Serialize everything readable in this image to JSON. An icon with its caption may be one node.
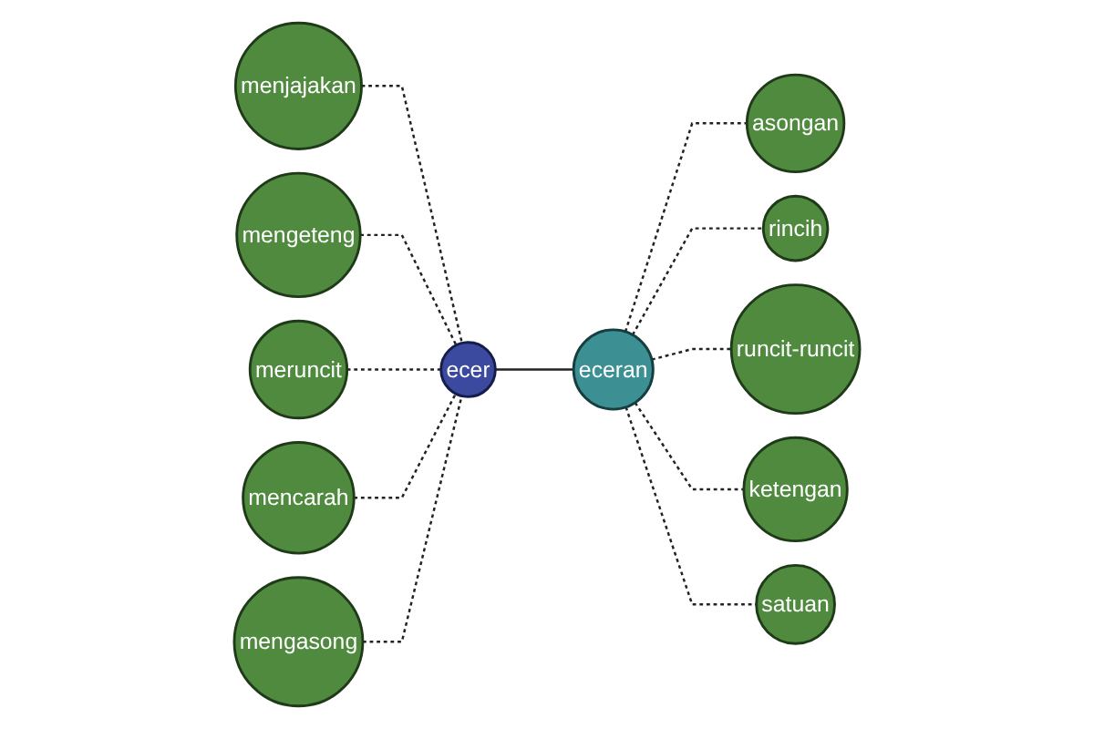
{
  "diagram": {
    "nodes": [
      {
        "text": [
          "menjajakan"
        ]
      },
      {
        "text": [
          "mengeteng"
        ]
      },
      {
        "text": [
          "meruncit"
        ]
      },
      {
        "text": [
          "ecer"
        ]
      },
      {
        "text": [
          "mencarah"
        ]
      },
      {
        "text": [
          "mengasong"
        ]
      },
      {
        "text": [
          "asongan"
        ]
      },
      {
        "text": [
          "rincih"
        ]
      },
      {
        "text": [
          "runcit-runcit"
        ]
      },
      {
        "text": [
          "eceran"
        ]
      },
      {
        "text": [
          "ketengan"
        ]
      },
      {
        "text": [
          "satuan"
        ]
      }
    ],
    "edges": [
      {
        "from": 0,
        "to": 3,
        "arrow": "none",
        "style": "dashed"
      },
      {
        "from": 1,
        "to": 3,
        "arrow": "none",
        "style": "dashed"
      },
      {
        "from": 2,
        "to": 3,
        "arrow": "none",
        "style": "dashed"
      },
      {
        "from": 4,
        "to": 3,
        "arrow": "none",
        "style": "dashed"
      },
      {
        "from": 5,
        "to": 3,
        "arrow": "none",
        "style": "dashed"
      },
      {
        "from": 3,
        "to": 9,
        "arrow": "none"
      },
      {
        "from": 9,
        "to": 6,
        "arrow": "none",
        "style": "dashed"
      },
      {
        "from": 9,
        "to": 7,
        "arrow": "none",
        "style": "dashed"
      },
      {
        "from": 9,
        "to": 8,
        "arrow": "none",
        "style": "dashed"
      },
      {
        "from": 9,
        "to": 10,
        "arrow": "none",
        "style": "dashed"
      },
      {
        "from": 9,
        "to": 11,
        "arrow": "none",
        "style": "dashed"
      }
    ]
  }
}
